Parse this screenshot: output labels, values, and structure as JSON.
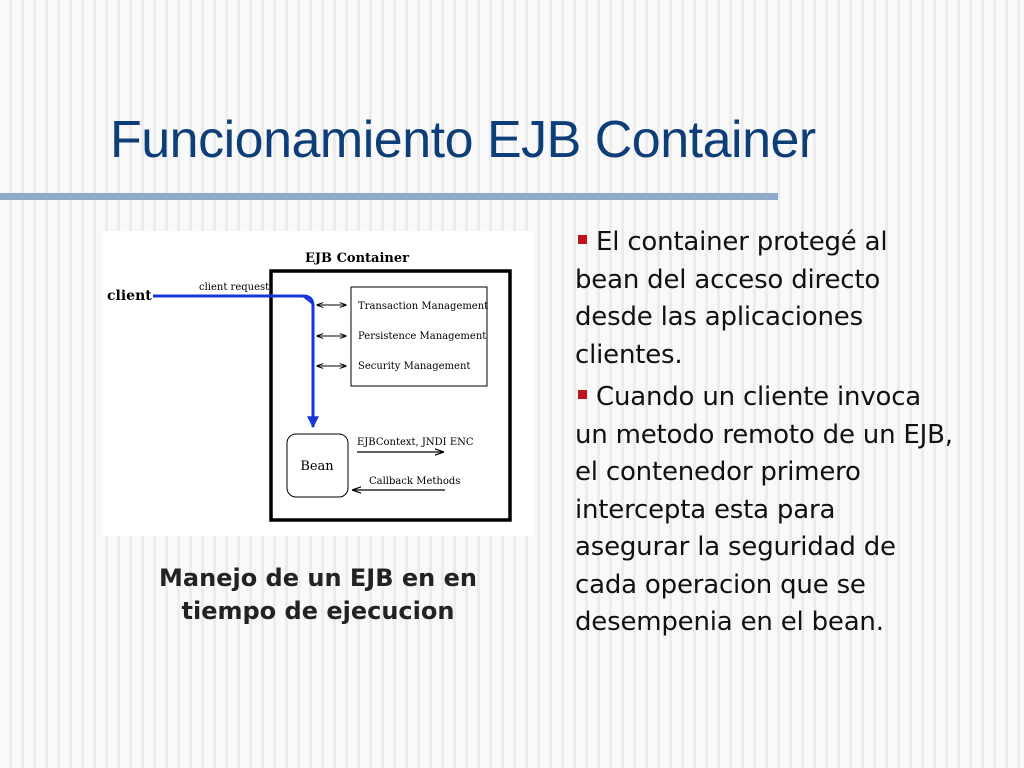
{
  "slide": {
    "title": "Funcionamiento EJB Container"
  },
  "diagram": {
    "container_label": "EJB Container",
    "client_label": "client",
    "request_label": "client request",
    "services": [
      "Transaction Management",
      "Persistence Management",
      "Security Management"
    ],
    "bean_label": "Bean",
    "context_label": "EJBContext,  JNDI ENC",
    "callback_label": "Callback Methods",
    "colors": {
      "request_arrow": "#1836d6",
      "frame": "#000000"
    }
  },
  "caption": {
    "line1": "Manejo de un EJB en en",
    "line2": "tiempo de ejecucion"
  },
  "bullets": [
    "El container protegé al bean del acceso directo desde las aplicaciones clientes.",
    "Cuando un cliente invoca un metodo remoto de un EJB, el contenedor primero intercepta esta para asegurar la seguridad de cada operacion que se desempenia en el bean."
  ],
  "colors": {
    "title": "#0d3e78",
    "title_rule": "#8fa9c8",
    "bullet": "#c0141b"
  },
  "icons": {
    "bullet": "square-bullet-icon"
  }
}
